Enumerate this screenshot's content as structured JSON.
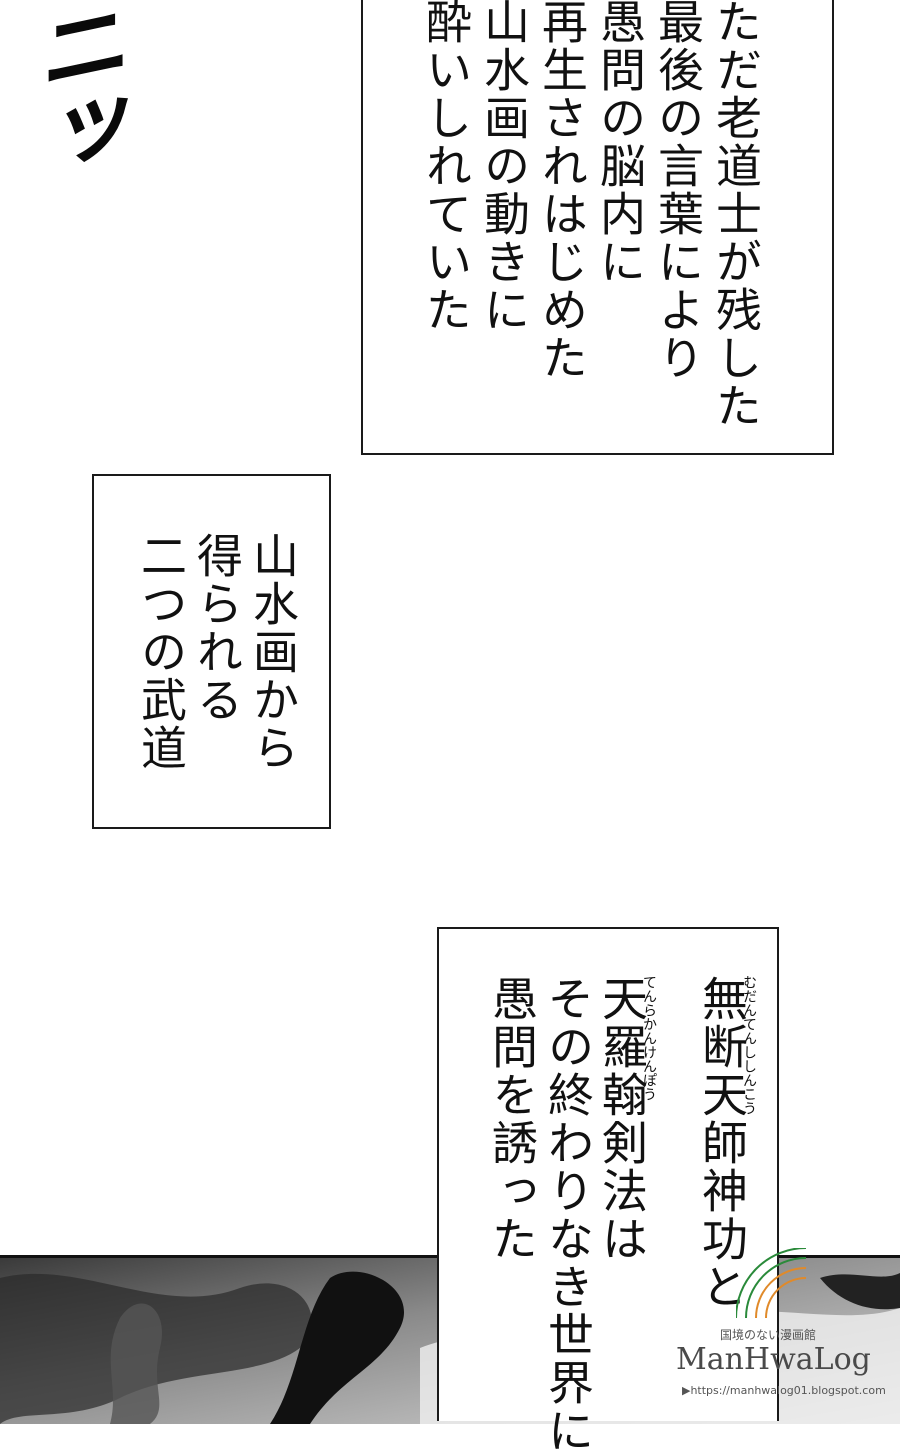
{
  "sfx": {
    "text": "ニッ"
  },
  "caption1": {
    "lines": [
      "ただ老道士が残した",
      "最後の言葉により",
      "愚問の脳内に",
      "再生されはじめた",
      "山水画の動きに",
      "酔いしれていた"
    ]
  },
  "caption2": {
    "lines": [
      "山水画から",
      "得られる",
      "二つの武道"
    ]
  },
  "caption3": {
    "lines": [
      "無断天師神功と",
      "天羅翰剣法は",
      "その終わりなき世界に",
      "愚問を誘った"
    ],
    "ruby": [
      "むだんてんししんこう",
      "てんらかんけんぽう"
    ]
  },
  "watermark": {
    "top": "国境のない漫画館",
    "main": "ManHwaLog",
    "url": "▶https://manhwalog01.blogspot.com"
  }
}
